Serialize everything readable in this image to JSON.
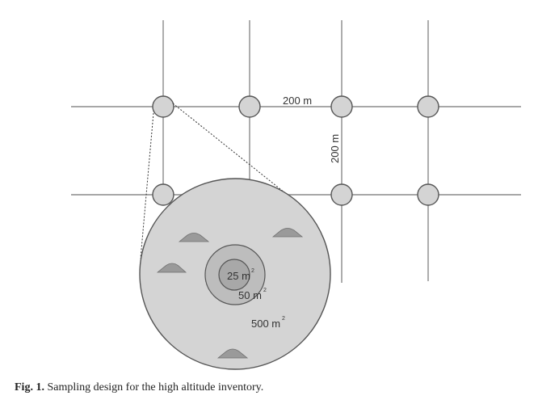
{
  "diagram": {
    "spacing_horizontal_label": "200 m",
    "spacing_vertical_label": "200 m",
    "plot_areas": [
      {
        "value": "25 m",
        "superscript": "2"
      },
      {
        "value": "50 m",
        "superscript": "2"
      },
      {
        "value": "500 m",
        "superscript": "2"
      }
    ],
    "colors": {
      "plot_fill": "#d4d4d4",
      "grid_line": "#8a8a8a",
      "outline": "#555555"
    }
  },
  "caption": {
    "label": "Fig. 1.",
    "text": "Sampling design for the high altitude inventory."
  }
}
